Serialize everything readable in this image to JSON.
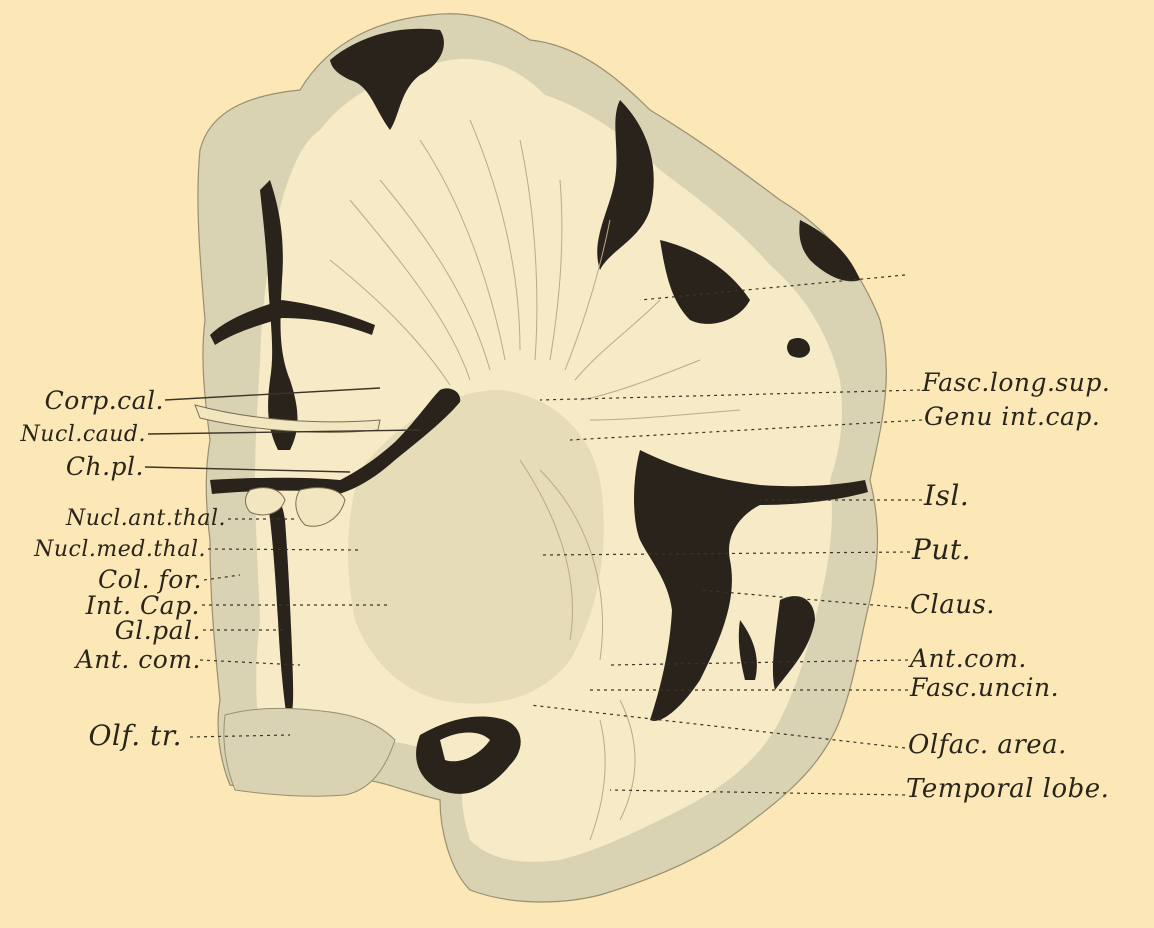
{
  "colors": {
    "background": "#fbe8b6",
    "grey_matter": "#d9d2b3",
    "white_matter": "#f6ebc6",
    "dark_cavity": "#2a231b",
    "ink": "#2a241a"
  },
  "labels_left": {
    "corp_cal": "Corp.cal.",
    "nucl_caud": "Nucl.caud.",
    "ch_pl": "Ch.pl.",
    "nucl_ant_thal": "Nucl.ant.thal.",
    "nucl_med_thal": "Nucl.med.thal.",
    "col_for": "Col. for.",
    "int_cap": "Int. Cap.",
    "gl_pal": "Gl.pal.",
    "ant_com": "Ant. com.",
    "olf_tr": "Olf. tr."
  },
  "labels_right": {
    "fasc_long_sup": "Fasc.long.sup.",
    "genu_int_cap": "Genu int.cap.",
    "isl": "Isl.",
    "put": "Put.",
    "claus": "Claus.",
    "ant_com": "Ant.com.",
    "fasc_uncin": "Fasc.uncin.",
    "olfac_area": "Olfac. area.",
    "temporal_lobe": "Temporal lobe."
  }
}
